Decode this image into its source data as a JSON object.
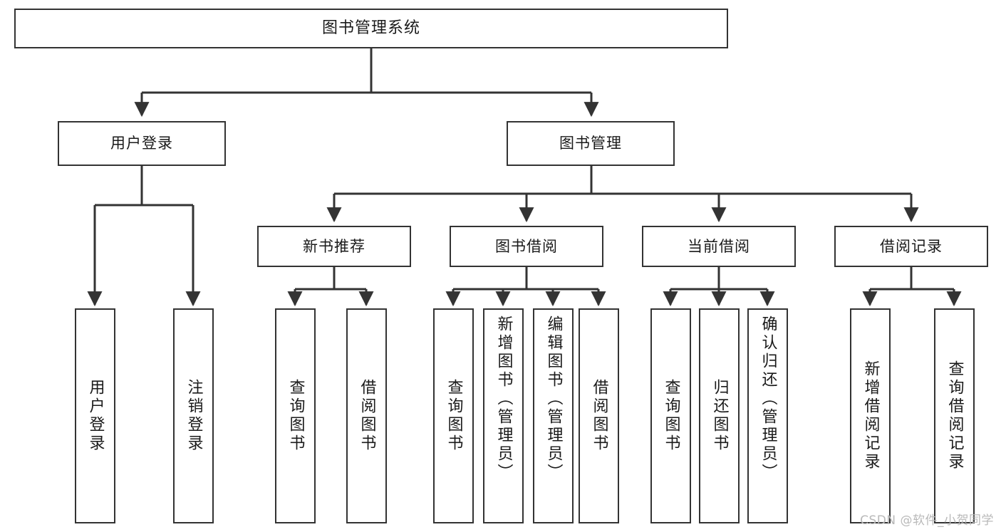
{
  "diagram": {
    "type": "hierarchy-tree",
    "title": "图书管理系统",
    "watermark": "CSDN @软件_小贺同学",
    "colors": {
      "box_border": "#333333",
      "box_fill": "#ffffff",
      "edge": "#333333",
      "text": "#1a1a1a",
      "watermark": "#b9b9b9",
      "background": "#ffffff"
    },
    "levels": {
      "level1": [
        {
          "id": "root",
          "label": "图书管理系统"
        }
      ],
      "level2": [
        {
          "id": "login",
          "label": "用户登录",
          "parent": "root"
        },
        {
          "id": "bookmgmt",
          "label": "图书管理",
          "parent": "root"
        }
      ],
      "level3": [
        {
          "id": "newbook",
          "label": "新书推荐",
          "parent": "bookmgmt"
        },
        {
          "id": "borrow",
          "label": "图书借阅",
          "parent": "bookmgmt"
        },
        {
          "id": "current",
          "label": "当前借阅",
          "parent": "bookmgmt"
        },
        {
          "id": "records",
          "label": "借阅记录",
          "parent": "bookmgmt"
        }
      ],
      "level4": [
        {
          "id": "leaf-login-1",
          "label": "用户登录",
          "parent": "login"
        },
        {
          "id": "leaf-login-2",
          "label": "注销登录",
          "parent": "login"
        },
        {
          "id": "leaf-newbook-1",
          "label": "查询图书",
          "parent": "newbook"
        },
        {
          "id": "leaf-newbook-2",
          "label": "借阅图书",
          "parent": "newbook"
        },
        {
          "id": "leaf-borrow-1",
          "label": "查询图书",
          "parent": "borrow"
        },
        {
          "id": "leaf-borrow-2",
          "label": "新增图书（管理员）",
          "parent": "borrow"
        },
        {
          "id": "leaf-borrow-3",
          "label": "编辑图书（管理员）",
          "parent": "borrow"
        },
        {
          "id": "leaf-borrow-4",
          "label": "借阅图书",
          "parent": "borrow"
        },
        {
          "id": "leaf-current-1",
          "label": "查询图书",
          "parent": "current"
        },
        {
          "id": "leaf-current-2",
          "label": "归还图书",
          "parent": "current"
        },
        {
          "id": "leaf-current-3",
          "label": "确认归还（管理员）",
          "parent": "current"
        },
        {
          "id": "leaf-records-1",
          "label": "新增借阅记录",
          "parent": "records"
        },
        {
          "id": "leaf-records-2",
          "label": "查询借阅记录",
          "parent": "records"
        }
      ]
    }
  }
}
